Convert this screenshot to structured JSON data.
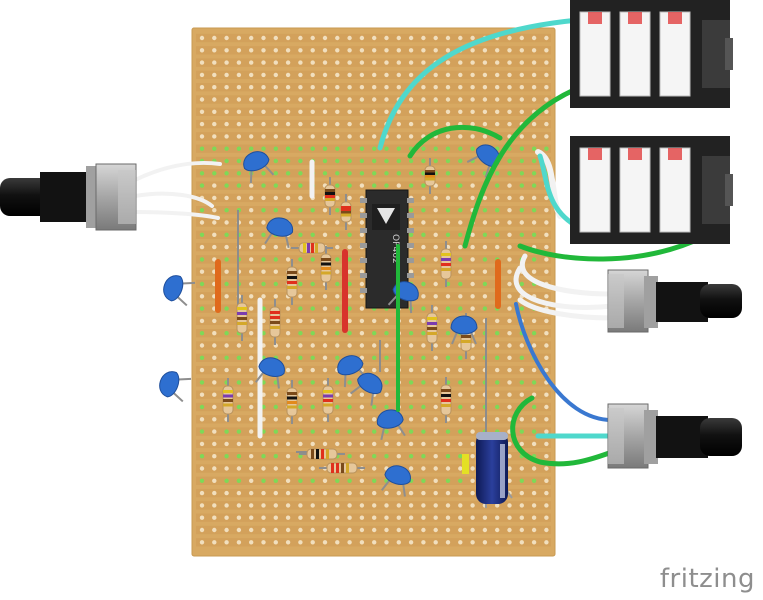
{
  "diagram": {
    "brand_text": "fritzing",
    "ic_marking": "OP462",
    "colors": {
      "board": "#d8a962",
      "board_edge": "#c99a52",
      "strip": "#cf9a55",
      "hole": "#f1dfbe",
      "hole_active": "#7ed957",
      "ic_body": "#2b2b2b",
      "wire_cyan": "#4fd8cc",
      "wire_green": "#21b83a",
      "wire_blue": "#3a78d0",
      "wire_white": "#f2f2f2",
      "wire_red": "#d8332c",
      "wire_orange": "#e06a1c",
      "capacitor": "#2e6fd0",
      "jack_body": "#222222",
      "pot_body": "#9a9a9a",
      "electrolytic": "#1b2a7a"
    },
    "components": [
      {
        "id": "ic",
        "kind": "dip-ic",
        "label": "OP462"
      },
      {
        "id": "jack-1",
        "kind": "audio-jack"
      },
      {
        "id": "jack-2",
        "kind": "audio-jack"
      },
      {
        "id": "pot-left",
        "kind": "potentiometer"
      },
      {
        "id": "pot-right-top",
        "kind": "potentiometer"
      },
      {
        "id": "pot-right-bottom",
        "kind": "potentiometer"
      },
      {
        "id": "electrolytic-cap",
        "kind": "electrolytic-capacitor"
      }
    ]
  }
}
